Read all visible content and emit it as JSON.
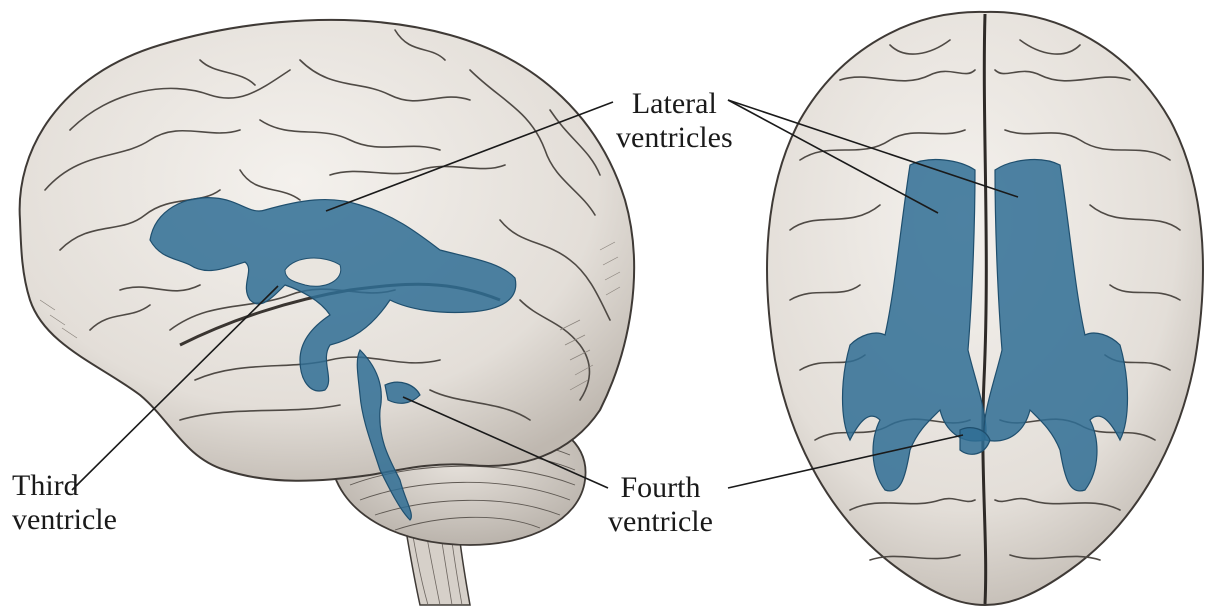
{
  "labels": {
    "lateral": {
      "line1": "Lateral",
      "line2": "ventricles"
    },
    "third": {
      "line1": "Third",
      "line2": "ventricle"
    },
    "fourth": {
      "line1": "Fourth",
      "line2": "ventricle"
    }
  },
  "colors": {
    "brain_fill": "#ebe7e2",
    "brain_shade": "#cfc9c2",
    "sulcus_line": "#5a5550",
    "ventricle": "#2f6d94",
    "ventricle_light": "#4a87ad",
    "leader_line": "#1a1a1a"
  },
  "illustrations": {
    "lateral_view": "brain-lateral-view-illustration",
    "top_view": "brain-dorsal-view-illustration"
  }
}
